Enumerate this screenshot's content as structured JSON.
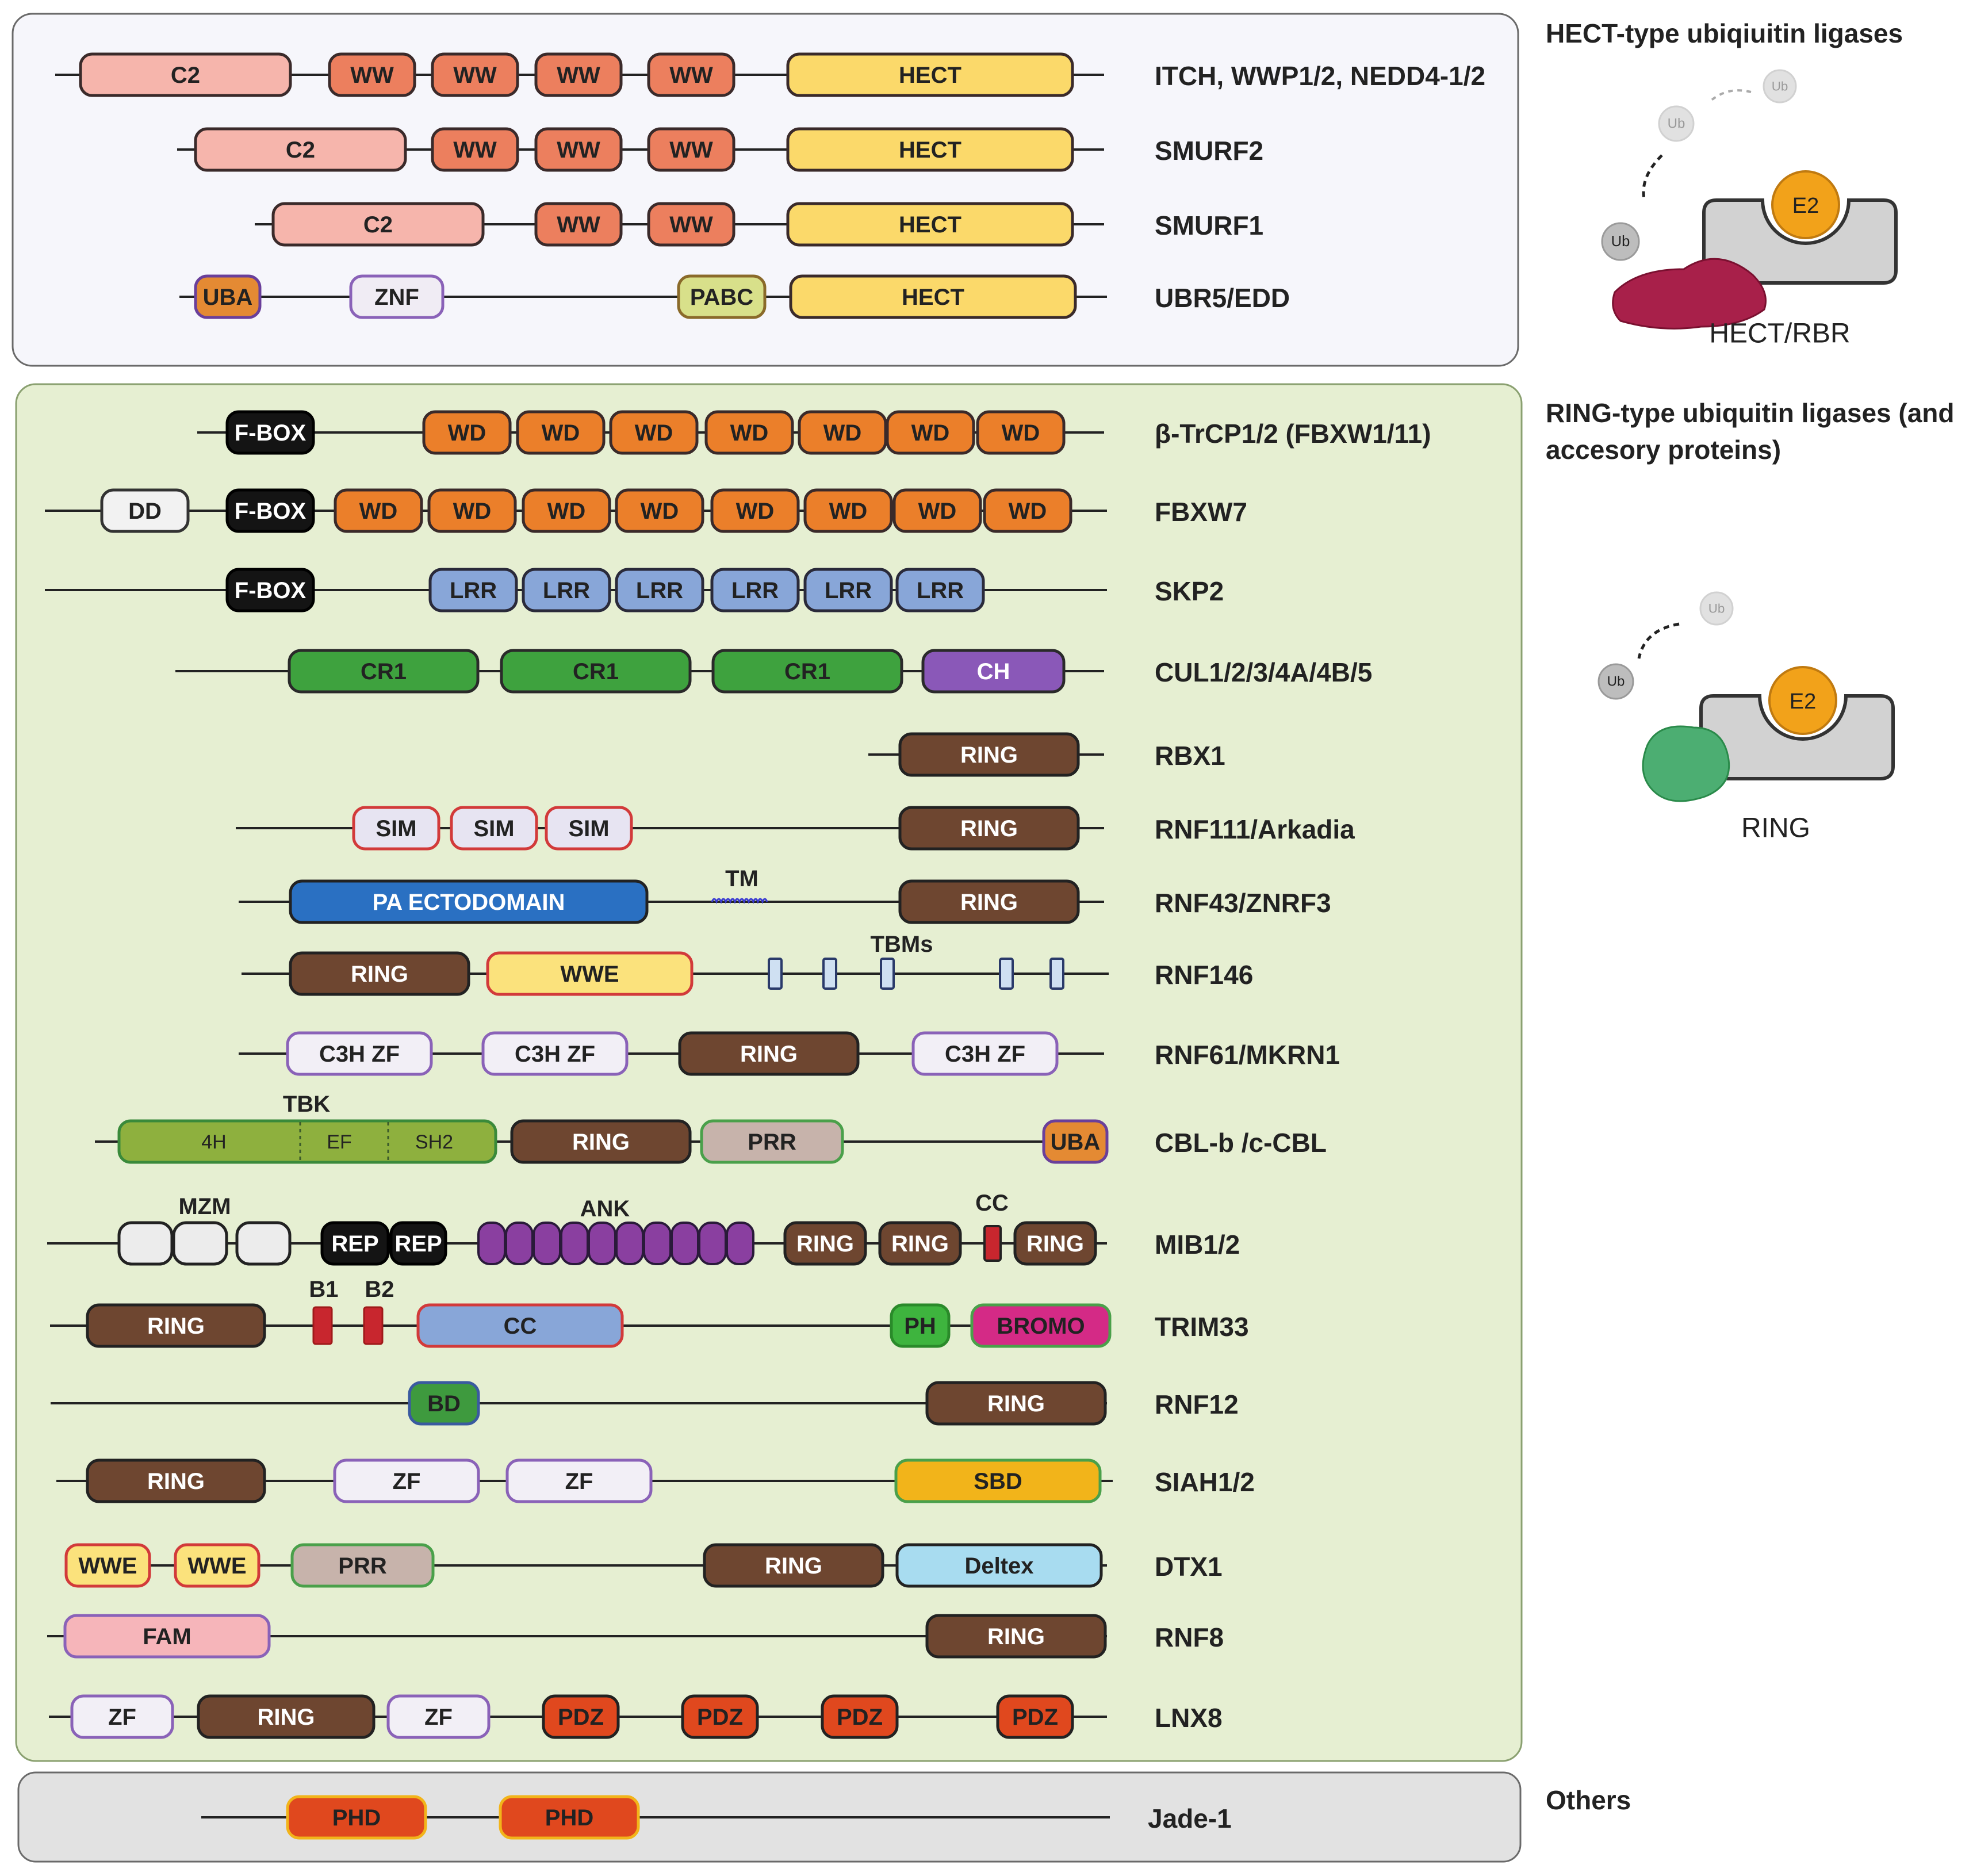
{
  "sections": {
    "hect": {
      "title_lines": [
        "HECT-type ubiqiuitin ligases"
      ],
      "icon_caption": "HECT/RBR",
      "ub_labels": [
        "Ub",
        "Ub",
        "Ub"
      ],
      "e2_label": "E2"
    },
    "ring": {
      "title_lines": [
        "RING-type ubiquitin ligases (and",
        "accesory proteins)"
      ],
      "icon_caption": "RING",
      "ub_labels": [
        "Ub",
        "Ub"
      ],
      "e2_label": "E2"
    },
    "others": {
      "title_lines": [
        "Others"
      ]
    }
  },
  "colors": {
    "hect_bg": "#f6f6fb",
    "ring_bg": "#e6efd2",
    "others_bg": "#e2e2e2",
    "C2": "#f6b5ac",
    "WW": "#ec7f5e",
    "HECT": "#fbd96a",
    "UBA": "#e48a33",
    "ZNF": "#f0ecf4",
    "PABC": "#d8e08a",
    "FBOX": "#141414",
    "WD": "#eb7f2a",
    "DD": "#f2f2f2",
    "LRR": "#88a6d8",
    "CR1": "#3ea23e",
    "CH": "#8a58b8",
    "RING": "#6e4630",
    "SIM": "#e7e4f2",
    "PA": "#2a70c2",
    "WWE": "#fbe27c",
    "TBM": "#cfe0f2",
    "C3H": "#f2eff6",
    "TKB": "#8eb03e",
    "PRR": "#c7b3ab",
    "MZM": "#ececec",
    "REP": "#141414",
    "ANK": "#8a3fa0",
    "CCRED": "#c8262e",
    "CCBLUE": "#88a6d8",
    "PH": "#3eb43e",
    "BROMO": "#d42a86",
    "BD": "#3e9a3e",
    "ZF": "#f2eff6",
    "SBD": "#f2b41a",
    "DELTEX": "#a8dcf0",
    "FAM": "#f6b5ba",
    "PDZ": "#e0481e",
    "PHD": "#e0481e",
    "E2": "#f2a21a",
    "HECT_ENZ": "#a8204a",
    "RING_ENZ": "#4cae72"
  },
  "rows": [
    {
      "label": "ITCH, WWP1/2, NEDD4-1/2",
      "domains": [
        "C2",
        "WW",
        "WW",
        "WW",
        "WW",
        "HECT"
      ]
    },
    {
      "label": "SMURF2",
      "domains": [
        "C2",
        "WW",
        "WW",
        "WW",
        "HECT"
      ]
    },
    {
      "label": "SMURF1",
      "domains": [
        "C2",
        "WW",
        "WW",
        "HECT"
      ]
    },
    {
      "label": "UBR5/EDD",
      "domains": [
        "UBA",
        "ZNF",
        "PABC",
        "HECT"
      ]
    },
    {
      "label": "β-TrCP1/2 (FBXW1/11)",
      "domains": [
        "F-BOX",
        "WD",
        "WD",
        "WD",
        "WD",
        "WD",
        "WD",
        "WD"
      ]
    },
    {
      "label": "FBXW7",
      "domains": [
        "DD",
        "F-BOX",
        "WD",
        "WD",
        "WD",
        "WD",
        "WD",
        "WD",
        "WD",
        "WD"
      ]
    },
    {
      "label": "SKP2",
      "domains": [
        "F-BOX",
        "LRR",
        "LRR",
        "LRR",
        "LRR",
        "LRR",
        "LRR"
      ]
    },
    {
      "label": "CUL1/2/3/4A/4B/5",
      "domains": [
        "CR1",
        "CR1",
        "CR1",
        "CH"
      ]
    },
    {
      "label": "RBX1",
      "domains": [
        "RING"
      ]
    },
    {
      "label": "RNF111/Arkadia",
      "domains": [
        "SIM",
        "SIM",
        "SIM",
        "RING"
      ]
    },
    {
      "label": "RNF43/ZNRF3",
      "domains": [
        "PA ECTODOMAIN",
        "RING"
      ],
      "annotations": [
        "TM"
      ]
    },
    {
      "label": "RNF146",
      "domains": [
        "RING",
        "WWE"
      ],
      "annotations": [
        "TBMs"
      ]
    },
    {
      "label": "RNF61/MKRN1",
      "domains": [
        "C3H ZF",
        "C3H ZF",
        "RING",
        "C3H ZF"
      ]
    },
    {
      "label": "CBL-b /c-CBL",
      "domains": [
        "RING",
        "PRR",
        "UBA"
      ],
      "tkb_parts": [
        "4H",
        "EF",
        "SH2"
      ],
      "annotations": [
        "TBK"
      ]
    },
    {
      "label": "MIB1/2",
      "domains": [
        "REP",
        "REP",
        "RING",
        "RING",
        "RING"
      ],
      "annotations": [
        "MZM",
        "ANK",
        "CC"
      ]
    },
    {
      "label": "TRIM33",
      "domains": [
        "RING",
        "CC",
        "PH",
        "BROMO"
      ],
      "annotations": [
        "B1",
        "B2"
      ]
    },
    {
      "label": "RNF12",
      "domains": [
        "BD",
        "RING"
      ]
    },
    {
      "label": "SIAH1/2",
      "domains": [
        "RING",
        "ZF",
        "ZF",
        "SBD"
      ]
    },
    {
      "label": "DTX1",
      "domains": [
        "WWE",
        "WWE",
        "PRR",
        "RING",
        "Deltex"
      ]
    },
    {
      "label": "RNF8",
      "domains": [
        "FAM",
        "RING"
      ]
    },
    {
      "label": "LNX8",
      "domains": [
        "ZF",
        "RING",
        "ZF",
        "PDZ",
        "PDZ",
        "PDZ",
        "PDZ"
      ]
    },
    {
      "label": "Jade-1",
      "domains": [
        "PHD",
        "PHD"
      ]
    }
  ]
}
